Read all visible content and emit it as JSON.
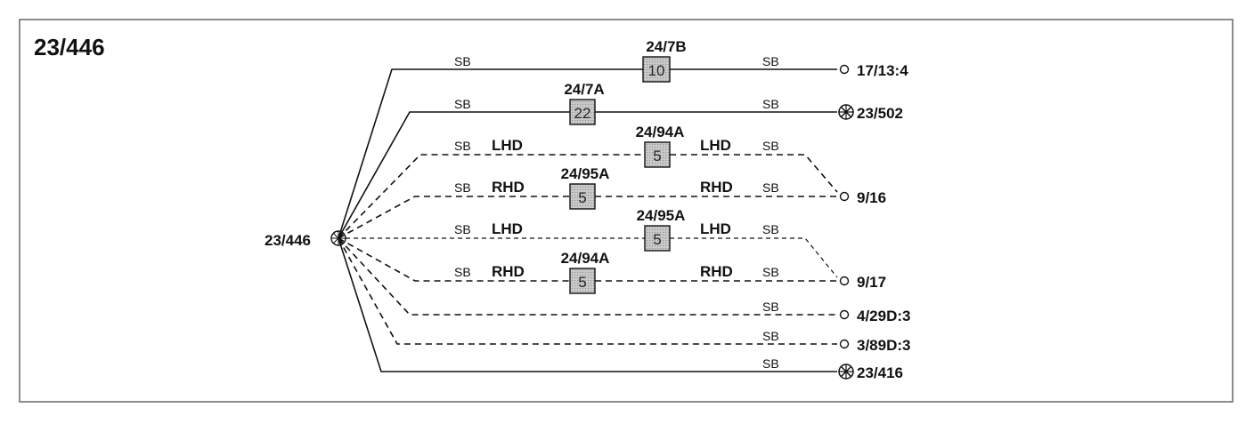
{
  "diagram_title": "23/446",
  "source_label": "23/446",
  "connectors": [
    {
      "id": "c1",
      "code": "24/7B",
      "number": "10"
    },
    {
      "id": "c2",
      "code": "24/7A",
      "number": "22"
    },
    {
      "id": "c3",
      "code": "24/94A",
      "number": "5"
    },
    {
      "id": "c4",
      "code": "24/95A",
      "number": "5"
    },
    {
      "id": "c5",
      "code": "24/95A",
      "number": "5"
    },
    {
      "id": "c6",
      "code": "24/94A",
      "number": "5"
    }
  ],
  "wires": [
    {
      "id": "w1",
      "left_color": "SB",
      "right_color": "SB",
      "left_variant": "",
      "right_variant": "",
      "style": "solid"
    },
    {
      "id": "w2",
      "left_color": "SB",
      "right_color": "SB",
      "left_variant": "",
      "right_variant": "",
      "style": "solid"
    },
    {
      "id": "w3",
      "left_color": "SB",
      "right_color": "SB",
      "left_variant": "LHD",
      "right_variant": "LHD",
      "style": "dashed"
    },
    {
      "id": "w4",
      "left_color": "SB",
      "right_color": "SB",
      "left_variant": "RHD",
      "right_variant": "RHD",
      "style": "dashed"
    },
    {
      "id": "w5",
      "left_color": "SB",
      "right_color": "SB",
      "left_variant": "LHD",
      "right_variant": "LHD",
      "style": "dashed"
    },
    {
      "id": "w6",
      "left_color": "SB",
      "right_color": "SB",
      "left_variant": "RHD",
      "right_variant": "RHD",
      "style": "dashed"
    },
    {
      "id": "w7",
      "left_color": "",
      "right_color": "SB",
      "left_variant": "",
      "right_variant": "",
      "style": "dashed"
    },
    {
      "id": "w8",
      "left_color": "",
      "right_color": "SB",
      "left_variant": "",
      "right_variant": "",
      "style": "dashed"
    },
    {
      "id": "w9",
      "left_color": "",
      "right_color": "SB",
      "left_variant": "",
      "right_variant": "",
      "style": "solid"
    }
  ],
  "terminals": [
    {
      "id": "t1",
      "label": "17/13:4",
      "symbol": "pin"
    },
    {
      "id": "t2",
      "label": "23/502",
      "symbol": "splice"
    },
    {
      "id": "t3",
      "label": "9/16",
      "symbol": "pin"
    },
    {
      "id": "t4",
      "label": "9/17",
      "symbol": "pin"
    },
    {
      "id": "t5",
      "label": "4/29D:3",
      "symbol": "pin"
    },
    {
      "id": "t6",
      "label": "3/89D:3",
      "symbol": "pin"
    },
    {
      "id": "t7",
      "label": "23/416",
      "symbol": "splice"
    }
  ],
  "colors": {
    "line": "#111111",
    "box_fill": "#bdbdbd",
    "frame": "#666666",
    "background": "#ffffff"
  }
}
